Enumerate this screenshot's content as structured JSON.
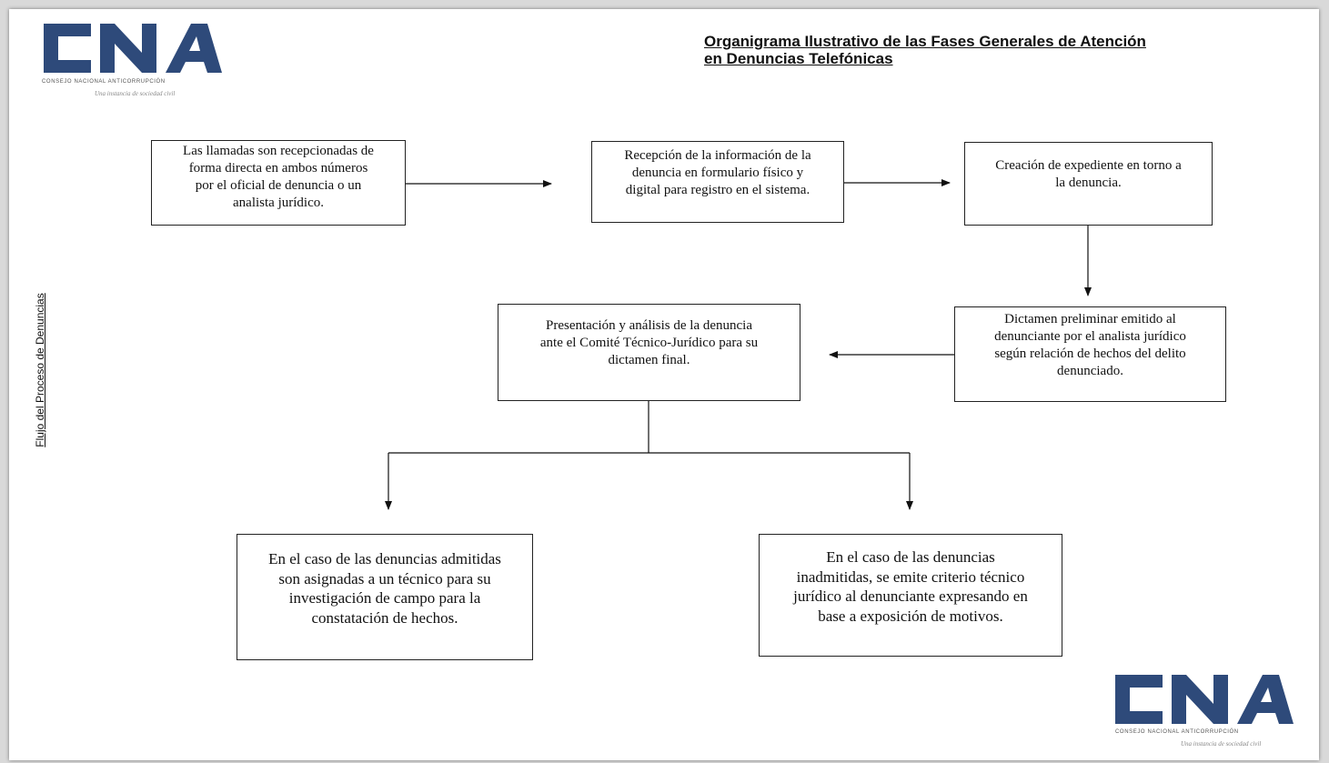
{
  "logo": {
    "letters": "CNA",
    "org_name": "CONSEJO NACIONAL ANTICORRUPCIÓN",
    "tagline": "Una instancia de sociedad civil",
    "brand_color": "#2e4a7a"
  },
  "title": {
    "line1": "Organigrama Ilustrativo de las Fases Generales de Atención",
    "line2": "en Denuncias Telefónicas"
  },
  "side_label": "Flujo del Proceso de Denuncias",
  "boxes": {
    "llamadas": {
      "lines": [
        "Las llamadas son recepcionadas de",
        "forma directa en ambos números",
        "por el oficial de denuncia o un",
        "analista jurídico."
      ]
    },
    "recepcion": {
      "lines": [
        "Recepción de la información de la",
        "denuncia en formulario físico y",
        "digital para registro en el sistema."
      ]
    },
    "creacion": {
      "lines": [
        "Creación de expediente en torno a",
        "la denuncia."
      ]
    },
    "dictamen": {
      "lines": [
        "Dictamen preliminar emitido al",
        "denunciante por el analista jurídico",
        "según relación de hechos del delito",
        "denunciado."
      ]
    },
    "presentacion": {
      "lines": [
        "Presentación y análisis de la denuncia",
        "ante el Comité Técnico-Jurídico para su",
        "dictamen final."
      ]
    },
    "admitidas": {
      "lines": [
        "En el caso de las denuncias admitidas",
        "son asignadas a un técnico para su",
        "investigación de campo para la",
        "constatación de hechos."
      ]
    },
    "inadmitidas": {
      "lines": [
        "En el caso de las denuncias",
        "inadmitidas, se emite criterio técnico",
        "jurídico al denunciante expresando en",
        "base a exposición de motivos."
      ]
    }
  }
}
